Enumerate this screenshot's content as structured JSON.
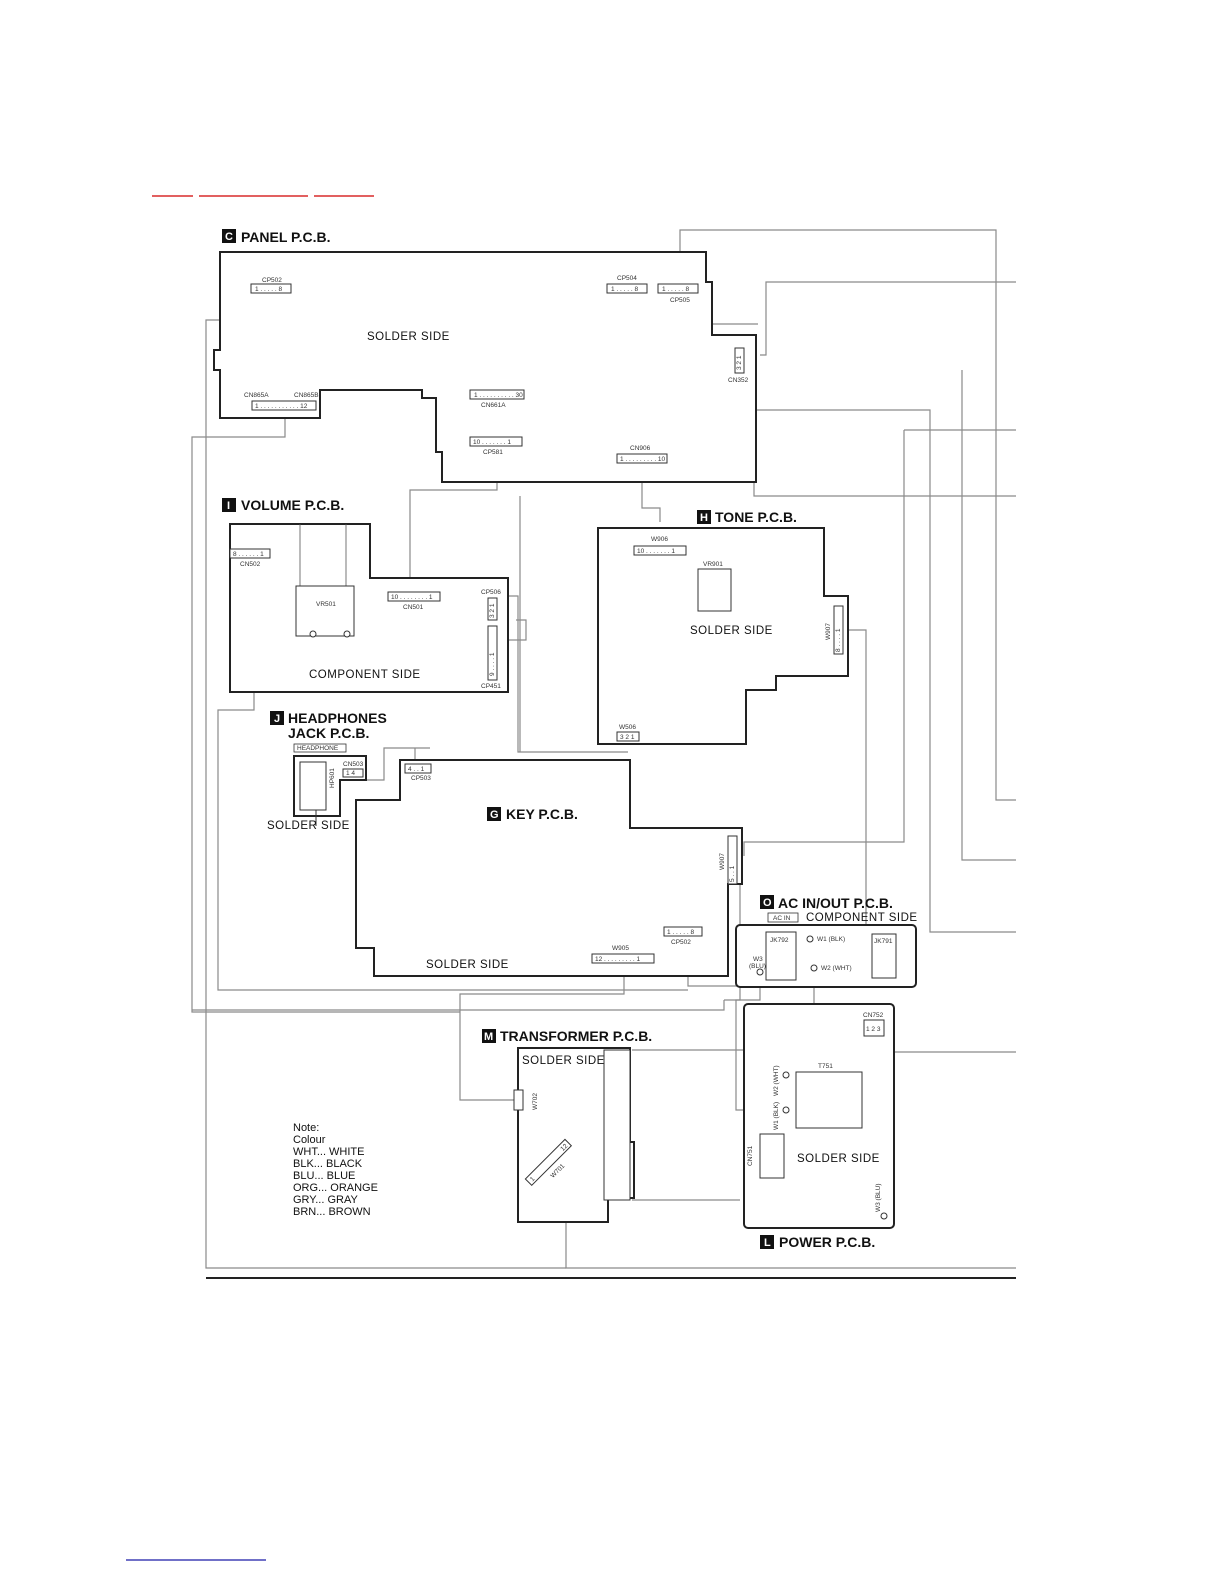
{
  "boards": {
    "panel": {
      "badge": "C",
      "title": "PANEL P.C.B.",
      "side": "SOLDER SIDE",
      "refs": {
        "cp502": "CP502",
        "cp502_pins": "1 . . . . . 8",
        "cp504": "CP504",
        "cp504_pins": "1 . . . . . 8",
        "cp505": "CP505",
        "cp505_pins": "1 . . . . . 8",
        "cn352": "CN352",
        "cn352_pins": "3 2 1",
        "cn865a": "CN865A",
        "cn865b": "CN865B",
        "cn865_pins": "1 . . . . . . . . . . . 12",
        "cn661a": "CN661A",
        "cn661a_pins": "1 . . . . . . . . . . 30",
        "cp581": "CP581",
        "cp581_pins": "10 . . . . . . . 1",
        "cn906": "CN906",
        "cn906_pins": "1 . . . . . . . . . 10"
      }
    },
    "volume": {
      "badge": "I",
      "title": "VOLUME P.C.B.",
      "side": "COMPONENT SIDE",
      "refs": {
        "cn502": "CN502",
        "cn502_pins": "8 . . . . . . 1",
        "vr501": "VR501",
        "cn501": "CN501",
        "cn501_pins": "10 . . . . . . . . 1",
        "cp506": "CP506",
        "cp506_pins": "3 2 1",
        "cp451": "CP451",
        "cp451_pins": "9 . . . . 1"
      }
    },
    "tone": {
      "badge": "H",
      "title": "TONE P.C.B.",
      "side": "SOLDER SIDE",
      "refs": {
        "w906": "W906",
        "w906_pins": "10 . . . . . . . 1",
        "vr901": "VR901",
        "w907": "W907",
        "w907_pins": "8 . . . . 1",
        "w506": "W506",
        "w506_pins": "3 2 1"
      }
    },
    "headphones": {
      "badge": "J",
      "title1": "HEADPHONES",
      "title2": "JACK P.C.B.",
      "label": "HEADPHONE",
      "side": "SOLDER SIDE",
      "refs": {
        "hp601": "HP601",
        "cn503": "CN503",
        "cn503_pins": "1 4"
      }
    },
    "key": {
      "badge": "G",
      "title": "KEY P.C.B.",
      "side": "SOLDER SIDE",
      "refs": {
        "cp503": "CP503",
        "cp503_pins": "4 . . 1",
        "w907": "W907",
        "w907_pins": "5 . . 1",
        "w905": "W905",
        "w905_pins": "12 . . . . . . . . . 1",
        "cp502": "CP502",
        "cp502_pins": "1 . . . . . 8"
      }
    },
    "acinout": {
      "badge": "O",
      "title": "AC IN/OUT P.C.B.",
      "label": "AC IN",
      "side": "COMPONENT SIDE",
      "refs": {
        "jk792": "JK792",
        "jk791": "JK791",
        "w1": "W1 (BLK)",
        "w2": "W2 (WHT)",
        "w3a": "W3",
        "w3b": "(BLU)"
      }
    },
    "transformer": {
      "badge": "M",
      "title": "TRANSFORMER  P.C.B.",
      "side": "SOLDER SIDE",
      "refs": {
        "w702": "W702",
        "w701": "W701",
        "w701_pins1": "1",
        "w701_pins2": "12"
      }
    },
    "power": {
      "badge": "L",
      "title": "POWER P.C.B.",
      "side": "SOLDER SIDE",
      "refs": {
        "cn752": "CN752",
        "cn752_pins": "1 2 3",
        "t751": "T751",
        "cn751": "CN751",
        "w2": "W2 (WHT)",
        "w1": "W1 (BLK)",
        "w3": "W3 (BLU)"
      }
    }
  },
  "note": {
    "title": "Note:",
    "subtitle": "Colour",
    "items": [
      "WHT... WHITE",
      "BLK... BLACK",
      "BLU... BLUE",
      "ORG... ORANGE",
      "GRY... GRAY",
      "BRN... BROWN"
    ]
  }
}
